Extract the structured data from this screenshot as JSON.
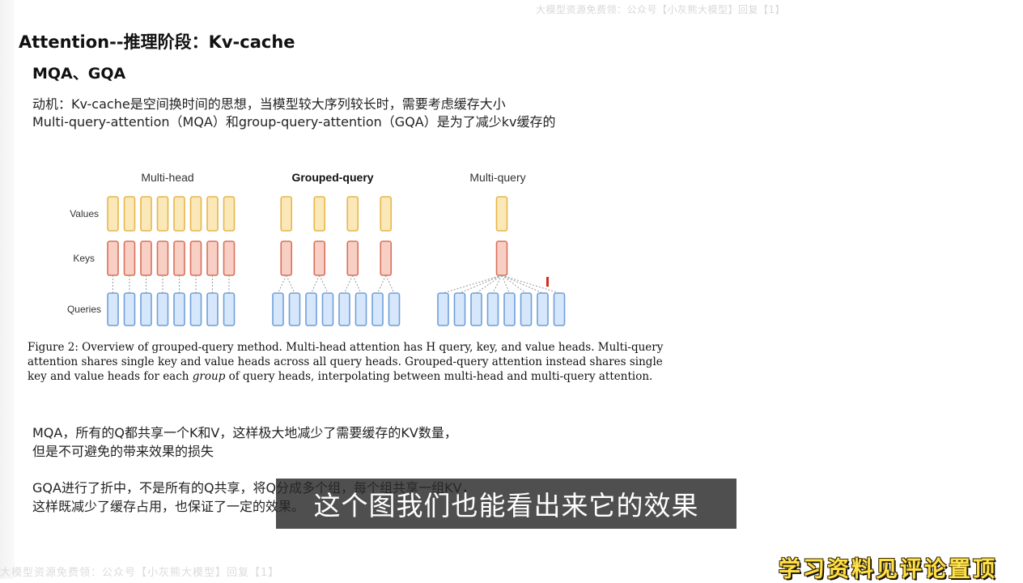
{
  "watermark": {
    "top": "大模型资源免费领：公众号【小灰熊大模型】回复【1】",
    "bottom": "大模型资源免费领：公众号【小灰熊大模型】回复【1】"
  },
  "slide": {
    "title": "Attention--推理阶段：Kv-cache",
    "subtitle": "MQA、GQA",
    "motivation_line1": "动机：Kv-cache是空间换时间的思想，当模型较大序列较长时，需要考虑缓存大小",
    "motivation_line2": "Multi-query-attention（MQA）和group-query-attention（GQA）是为了减少kv缓存的",
    "mqa_line1": "MQA，所有的Q都共享一个K和V，这样极大地减少了需要缓存的KV数量，",
    "mqa_line2": "但是不可避免的带来效果的损失",
    "gqa_line1": "GQA进行了折中，不是所有的Q共享，将Q分成多个组，每个组共享一组KV，",
    "gqa_line2": "这样既减少了缓存占用，也保证了一定的效果。"
  },
  "figure": {
    "panel_titles": [
      "Multi-head",
      "Grouped-query",
      "Multi-query"
    ],
    "row_labels": [
      "Values",
      "Keys",
      "Queries"
    ],
    "caption_line1": "Figure 2: Overview of grouped-query method. Multi-head attention has H query, key, and value heads. Multi-query",
    "caption_line2": "attention shares single key and value heads across all query heads. Grouped-query attention instead shares single",
    "caption_line3_a": "key and value heads for each ",
    "caption_line3_em": "group",
    "caption_line3_b": " of query heads, interpolating between multi-head and multi-query attention.",
    "colors": {
      "values_fill": "#fbe8b8",
      "values_stroke": "#e6b64a",
      "keys_fill": "#f8cfc4",
      "keys_stroke": "#d9705a",
      "queries_fill": "#d7e7fb",
      "queries_stroke": "#6f9fd8",
      "cursor": "#d42a1a"
    }
  },
  "video": {
    "subtitle": "这个图我们也能看出来它的效果",
    "promo": "学习资料见评论置顶"
  }
}
